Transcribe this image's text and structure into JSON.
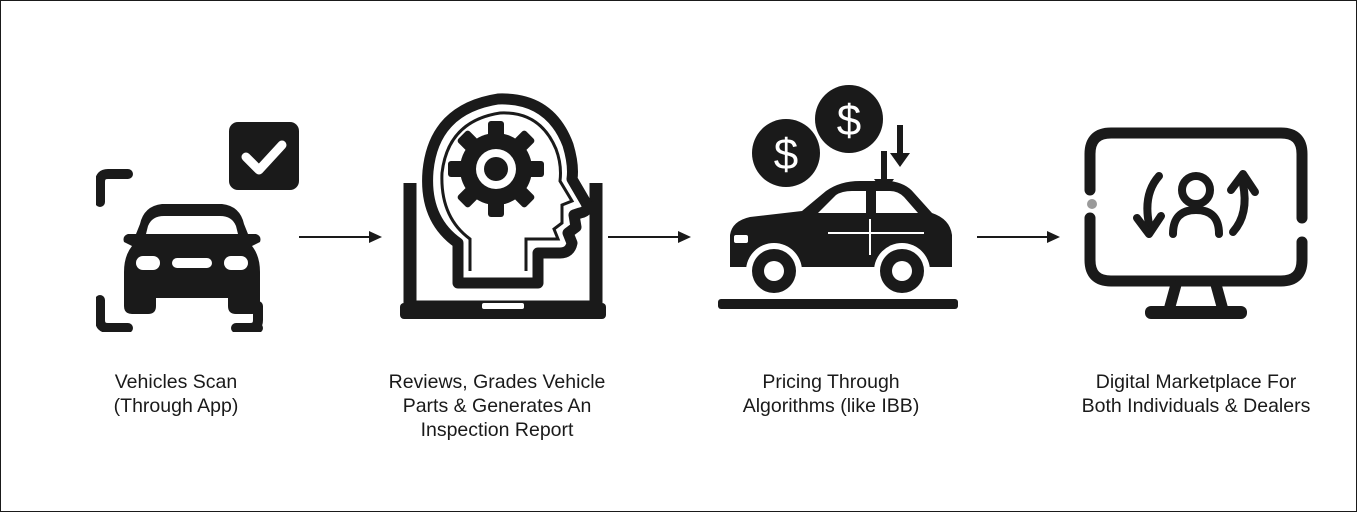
{
  "steps": [
    {
      "id": "scan",
      "icon": "car-scan-check-icon",
      "label_lines": [
        "Vehicles Scan",
        "(Through App)"
      ]
    },
    {
      "id": "review",
      "icon": "laptop-head-gear-icon",
      "label_lines": [
        "Reviews, Grades Vehicle",
        "Parts & Generates An",
        "Inspection Report"
      ]
    },
    {
      "id": "pricing",
      "icon": "car-dollar-price-icon",
      "label_lines": [
        "Pricing Through",
        "Algorithms (like IBB)"
      ]
    },
    {
      "id": "marketplace",
      "icon": "monitor-user-exchange-icon",
      "label_lines": [
        "Digital Marketplace For",
        "Both Individuals & Dealers"
      ]
    }
  ],
  "colors": {
    "ink": "#1a1a1a",
    "background": "#ffffff",
    "frame": "#1a1a1a",
    "accent_dot": "#9a9a9a"
  }
}
